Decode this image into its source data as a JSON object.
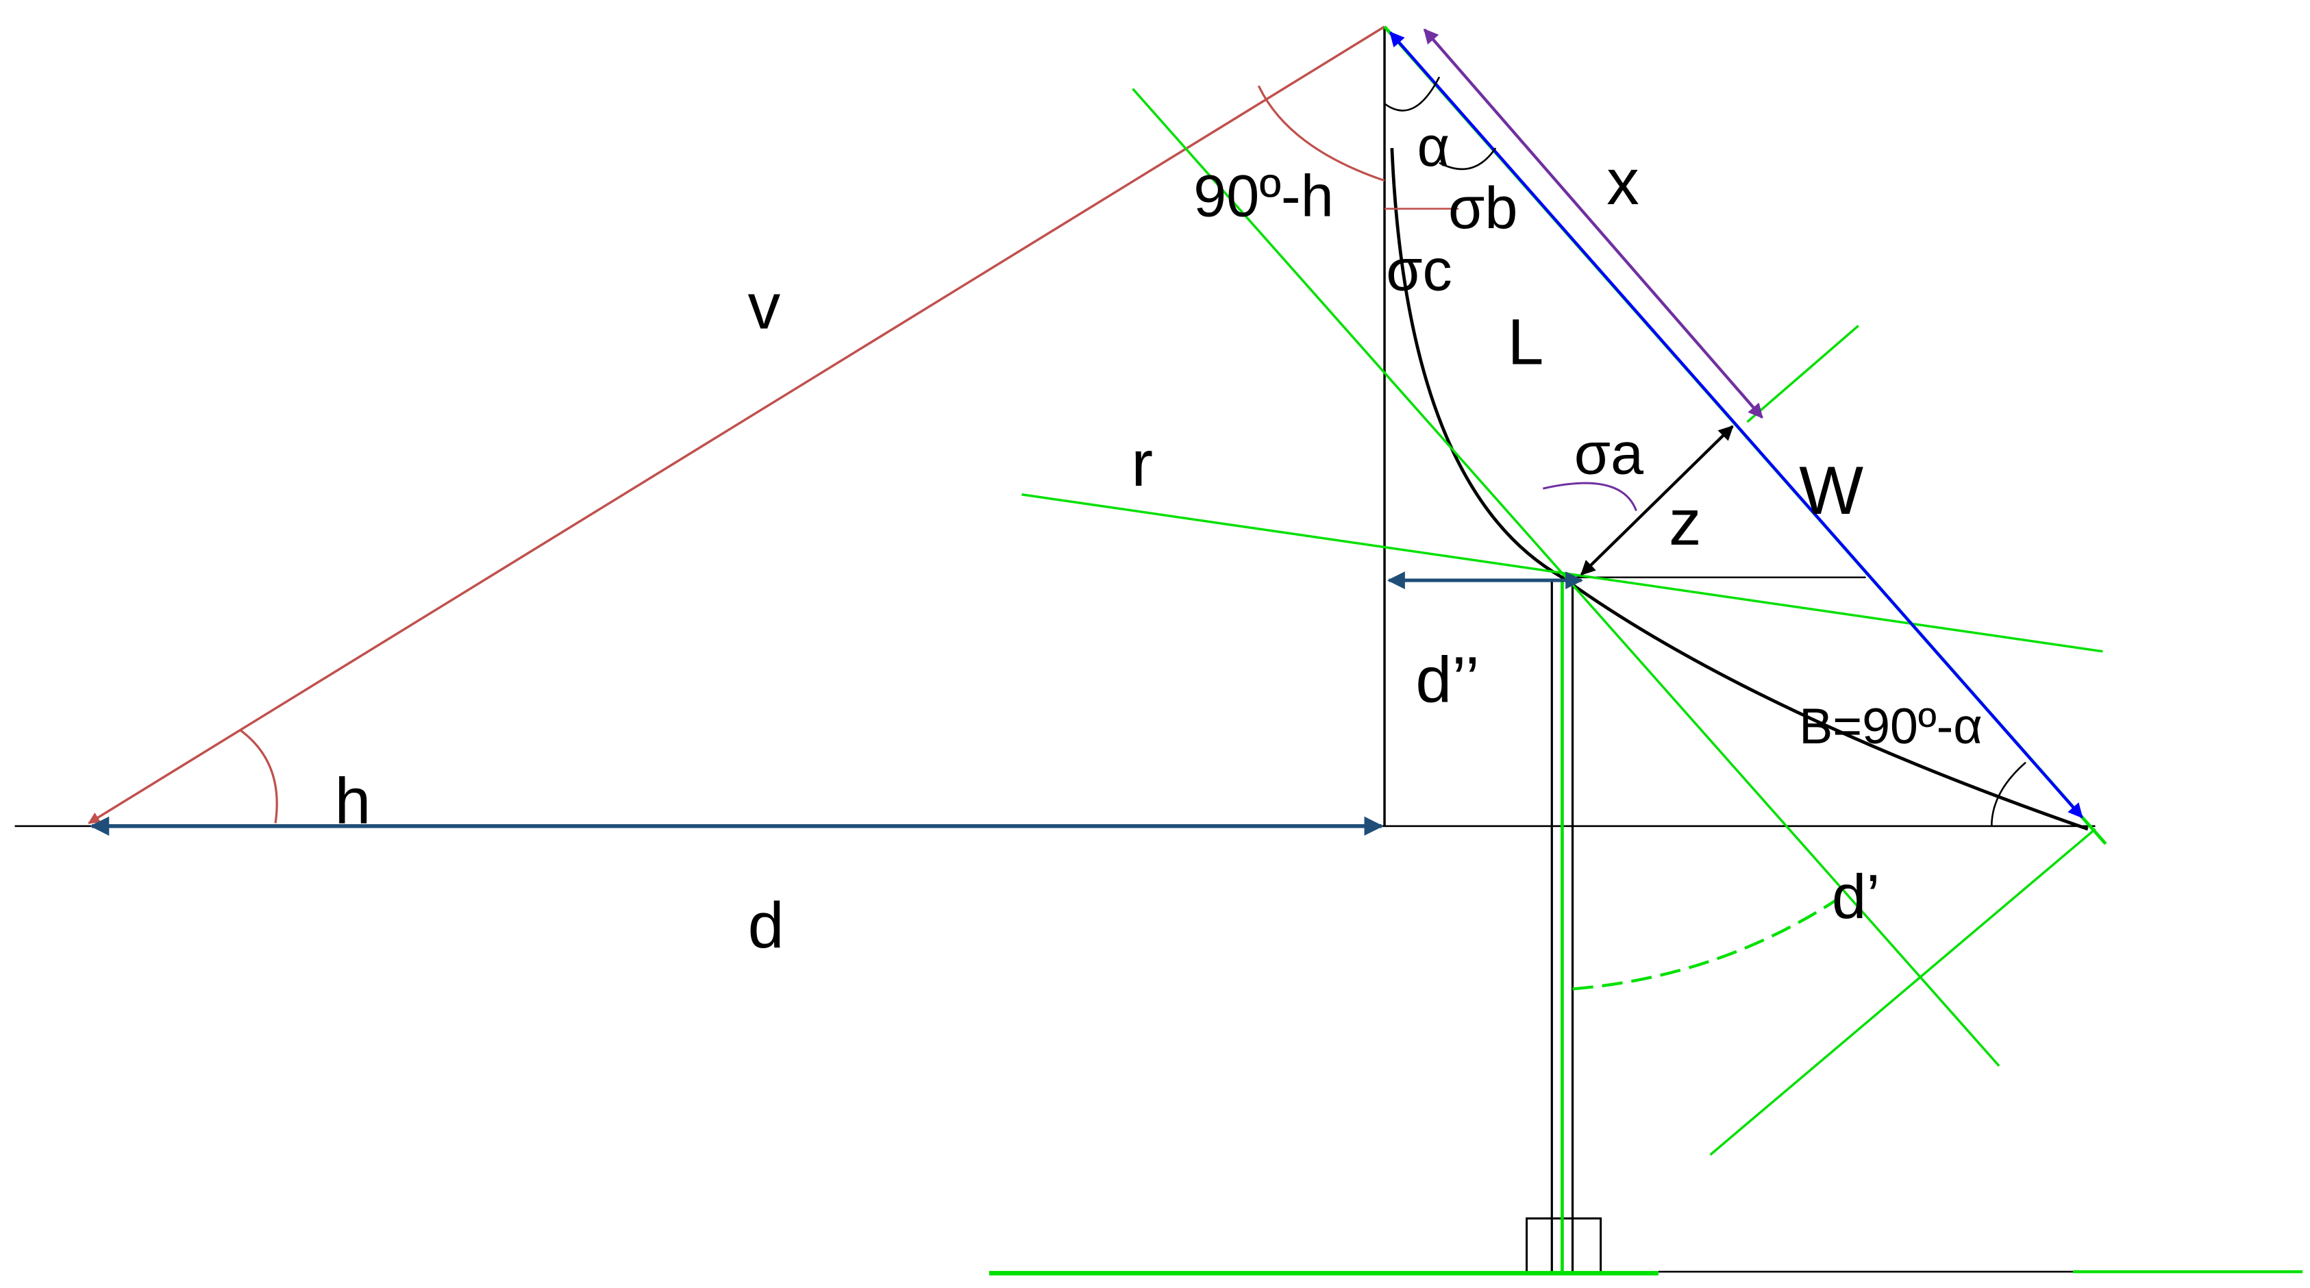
{
  "diagram": {
    "labels": {
      "v": "v",
      "h": "h",
      "d": "d",
      "r": "r",
      "alpha": "α",
      "x": "x",
      "ninety_minus_h": "90º-h",
      "sigma_b": "σb",
      "sigma_c": "σc",
      "L": "L",
      "sigma_a": "σa",
      "z": "z",
      "W": "W",
      "d_double_prime": "d’’",
      "beta": "B=90º-α",
      "d_prime": "d’"
    },
    "colors": {
      "red_lines": "#c0504d",
      "green_lines": "#00e000",
      "blue_arrows": "#0000ff",
      "navy_arrows": "#1f4e79",
      "purple_arrows": "#7030a0",
      "black_lines": "#000000"
    }
  }
}
